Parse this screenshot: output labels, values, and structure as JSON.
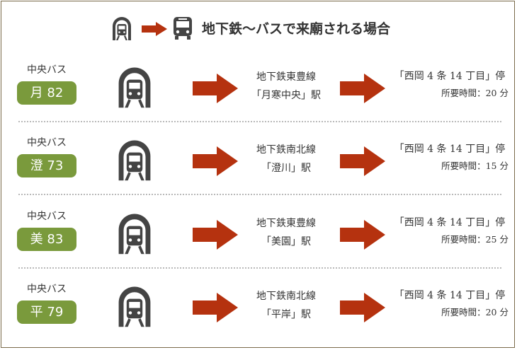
{
  "header": {
    "title": "地下鉄〜バスで来廟される場合",
    "icons": [
      "subway-icon",
      "arrow-right-icon",
      "bus-icon"
    ]
  },
  "colors": {
    "badge": "#7a9a3c",
    "arrow": "#b5320f",
    "icon": "#444444",
    "border": "#7a6a4a"
  },
  "routes": [
    {
      "company": "中央バス",
      "route": "月 82",
      "line": "地下鉄東豊線",
      "station": "「月寒中央」駅",
      "destination": "「西岡 4 条 14 丁目」停",
      "duration": "所要時間：20 分"
    },
    {
      "company": "中央バス",
      "route": "澄 73",
      "line": "地下鉄南北線",
      "station": "「澄川」駅",
      "destination": "「西岡 4 条 14 丁目」停",
      "duration": "所要時間：15 分"
    },
    {
      "company": "中央バス",
      "route": "美 83",
      "line": "地下鉄東豊線",
      "station": "「美園」駅",
      "destination": "「西岡 4 条 14 丁目」停",
      "duration": "所要時間：25 分"
    },
    {
      "company": "中央バス",
      "route": "平 79",
      "line": "地下鉄南北線",
      "station": "「平岸」駅",
      "destination": "「西岡 4 条 14 丁目」停",
      "duration": "所要時間：20 分"
    }
  ]
}
